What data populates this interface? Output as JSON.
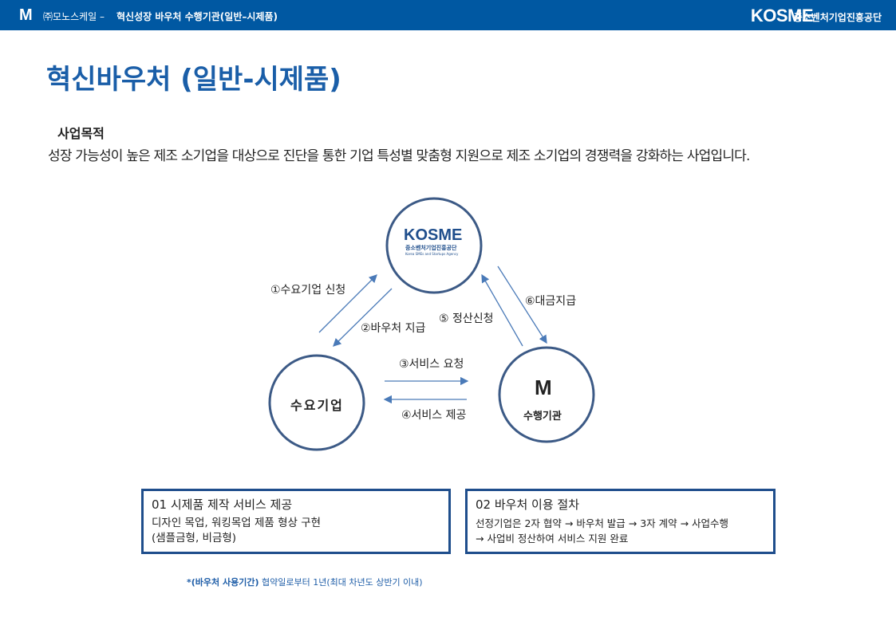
{
  "header": {
    "logo": "M",
    "company": "㈜모노스케일 –",
    "title": "혁신성장 바우처 수행기관(일반–시제품)",
    "kosme_logo": "KOSME",
    "kosme_name": "중소벤처기업진흥공단"
  },
  "page_title": "혁신바우처 (일반-시제품)",
  "purpose": {
    "heading": "사업목적",
    "text": "성장 가능성이 높은 제조 소기업을 대상으로 진단을 통한 기업 특성별 맞춤형 지원으로 제조 소기업의 경쟁력을 강화하는 사업입니다."
  },
  "diagram": {
    "kosme": {
      "logo": "KOSME",
      "name": "중소벤처기업진흥공단",
      "sub": "Korea SMEs and Startups Agency"
    },
    "demand": "수요기업",
    "provider": {
      "logo": "M",
      "name": "수행기관"
    },
    "steps": [
      "①수요기업 신청",
      "②바우처 지급",
      "③서비스 요청",
      "④서비스 제공",
      "⑤ 정산신청",
      "⑥대금지급"
    ]
  },
  "boxes": [
    {
      "title": "01 시제품 제작 서비스 제공",
      "lines": [
        "디자인 목업, 워킹목업 제품 형상 구현",
        "(샘플금형, 비금형)"
      ]
    },
    {
      "title": "02 바우처 이용 절차",
      "lines": [
        "선정기업은 2자 협약 → 바우처 발급 → 3자 계약 → 사업수행",
        "→ 사업비 정산하여 서비스 지원 완료"
      ]
    }
  ],
  "note": {
    "bold": "*(바우처 사용기간)",
    "text": "협약일로부터 1년(최대 차년도 상반기 이내)"
  }
}
